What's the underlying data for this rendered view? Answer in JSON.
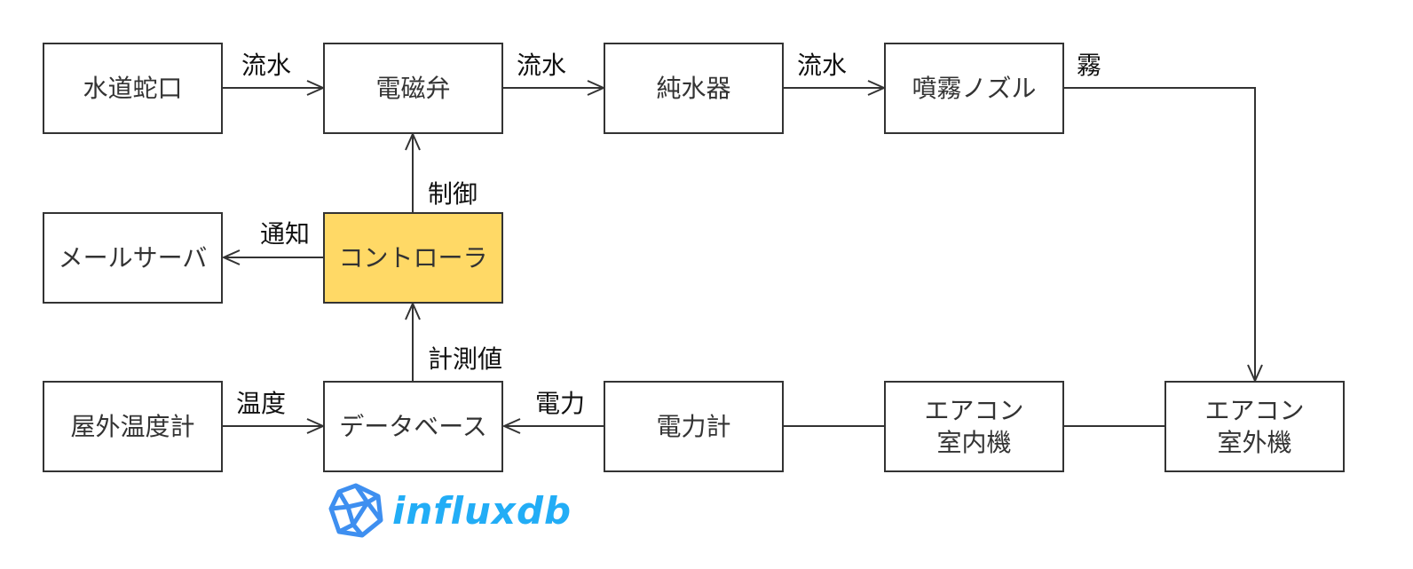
{
  "colors": {
    "stroke": "#333333",
    "highlight_fill": "#ffd966",
    "logo_blue": "#22adf6",
    "logo_icon": "#3e8ff0"
  },
  "nodes": {
    "faucet": "水道蛇口",
    "solenoid_valve": "電磁弁",
    "water_purifier": "純水器",
    "mist_nozzle": "噴霧ノズル",
    "mail_server": "メールサーバ",
    "controller": "コントローラ",
    "thermometer": "屋外温度計",
    "database": "データベース",
    "power_meter": "電力計",
    "ac_indoor": [
      "エアコン",
      "室内機"
    ],
    "ac_outdoor": [
      "エアコン",
      "室外機"
    ]
  },
  "edges": {
    "faucet_to_valve": "流水",
    "valve_to_purifier": "流水",
    "purifier_to_nozzle": "流水",
    "nozzle_to_outdoor": "霧",
    "controller_to_valve": "制御",
    "controller_to_mail": "通知",
    "database_to_controller": "計測値",
    "thermometer_to_database": "温度",
    "power_meter_to_database": "電力"
  },
  "logo": {
    "text": "influxdb",
    "icon": "influxdb-icon"
  }
}
